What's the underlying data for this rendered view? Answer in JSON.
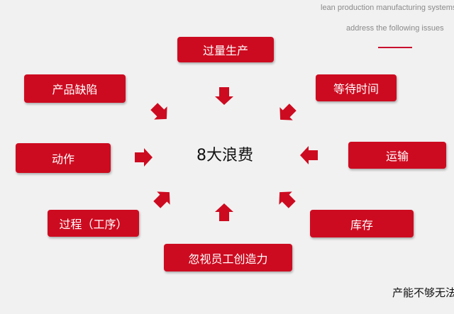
{
  "header": {
    "line1": "lean production manufacturing systems",
    "line2": "address the following issues"
  },
  "diagram": {
    "center": "8大浪费",
    "wastes": [
      "过量生产",
      "等待时间",
      "运输",
      "库存",
      "忽视员工创造力",
      "过程（工序）",
      "动作",
      "产品缺陷"
    ]
  },
  "footer": {
    "text": "产能不够无法"
  },
  "colors": {
    "box": "#cd0b20",
    "arrow": "#cd0b20",
    "accent": "#c8102e"
  }
}
